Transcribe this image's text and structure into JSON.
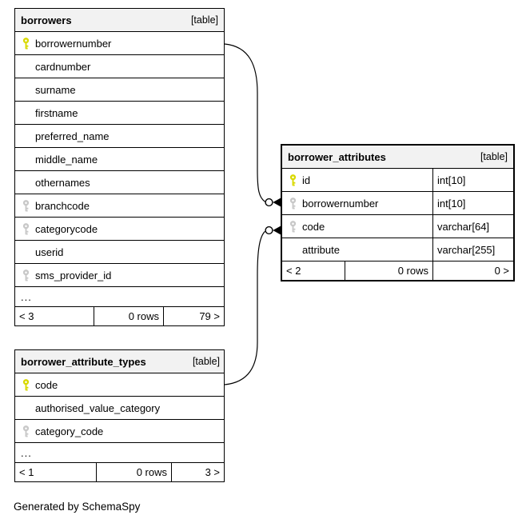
{
  "caption": "Generated by SchemaSpy",
  "colors": {
    "primary_key_icon": "#d9d900",
    "foreign_key_icon": "#c8c8c8",
    "header_background": "#f2f2f2",
    "table_border": "#000000"
  },
  "relationships": [
    {
      "from": "borrowers.borrowernumber",
      "to": "borrower_attributes.borrowernumber"
    },
    {
      "from": "borrower_attribute_types.code",
      "to": "borrower_attributes.code"
    }
  ],
  "tables": [
    {
      "name": "borrowers",
      "badge": "[table]",
      "truncated": "...",
      "footer": {
        "left": "< 3",
        "center": "0 rows",
        "right": "79 >"
      },
      "columns": [
        {
          "name": "borrowernumber",
          "key": "primary"
        },
        {
          "name": "cardnumber",
          "key": "none"
        },
        {
          "name": "surname",
          "key": "none"
        },
        {
          "name": "firstname",
          "key": "none"
        },
        {
          "name": "preferred_name",
          "key": "none"
        },
        {
          "name": "middle_name",
          "key": "none"
        },
        {
          "name": "othernames",
          "key": "none"
        },
        {
          "name": "branchcode",
          "key": "foreign"
        },
        {
          "name": "categorycode",
          "key": "foreign"
        },
        {
          "name": "userid",
          "key": "none"
        },
        {
          "name": "sms_provider_id",
          "key": "foreign"
        }
      ]
    },
    {
      "name": "borrower_attributes",
      "badge": "[table]",
      "footer": {
        "left": "< 2",
        "center": "0 rows",
        "right": "0 >"
      },
      "columns": [
        {
          "name": "id",
          "type": "int[10]",
          "key": "primary"
        },
        {
          "name": "borrowernumber",
          "type": "int[10]",
          "key": "foreign"
        },
        {
          "name": "code",
          "type": "varchar[64]",
          "key": "foreign"
        },
        {
          "name": "attribute",
          "type": "varchar[255]",
          "key": "none"
        }
      ]
    },
    {
      "name": "borrower_attribute_types",
      "badge": "[table]",
      "truncated": "...",
      "footer": {
        "left": "< 1",
        "center": "0 rows",
        "right": "3 >"
      },
      "columns": [
        {
          "name": "code",
          "key": "primary"
        },
        {
          "name": "authorised_value_category",
          "key": "none"
        },
        {
          "name": "category_code",
          "key": "foreign"
        }
      ]
    }
  ]
}
